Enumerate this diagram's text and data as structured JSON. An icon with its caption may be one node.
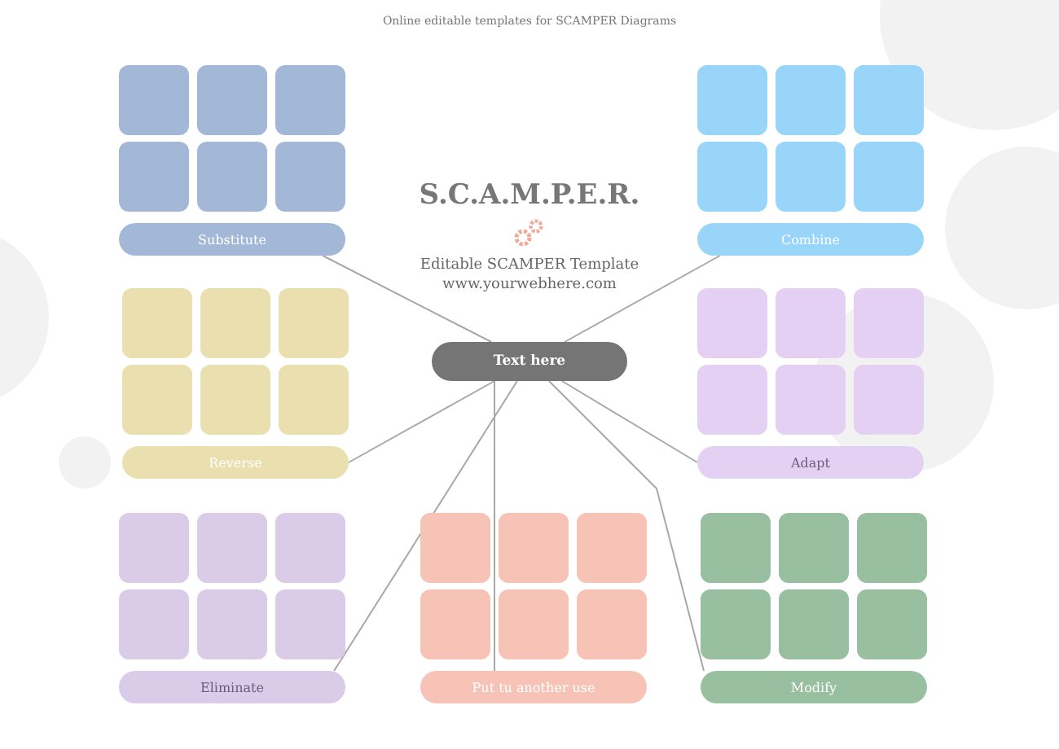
{
  "diagram": {
    "title": "S.C.A.M.P.E.R.",
    "nodes": [
      {
        "text": [
          "Text here"
        ]
      },
      {
        "text": [],
        "shape": "box"
      },
      {
        "text": [],
        "shape": "box"
      },
      {
        "text": [],
        "shape": "box"
      },
      {
        "text": [],
        "shape": "box"
      },
      {
        "text": [],
        "shape": "box"
      },
      {
        "text": [],
        "shape": "box"
      },
      {
        "text": [
          "Substitute"
        ]
      },
      {
        "text": [],
        "shape": "box"
      },
      {
        "text": [],
        "shape": "box"
      },
      {
        "text": [],
        "shape": "box"
      },
      {
        "text": [],
        "shape": "box"
      },
      {
        "text": [],
        "shape": "box"
      },
      {
        "text": [],
        "shape": "box"
      },
      {
        "text": [
          "Combine"
        ]
      },
      {
        "text": [],
        "shape": "box"
      },
      {
        "text": [],
        "shape": "box"
      },
      {
        "text": [],
        "shape": "box"
      },
      {
        "text": [],
        "shape": "box"
      },
      {
        "text": [],
        "shape": "box"
      },
      {
        "text": [],
        "shape": "box"
      },
      {
        "text": [
          "Reverse"
        ]
      },
      {
        "text": [],
        "shape": "box"
      },
      {
        "text": [],
        "shape": "box"
      },
      {
        "text": [],
        "shape": "box"
      },
      {
        "text": [],
        "shape": "box"
      },
      {
        "text": [],
        "shape": "box"
      },
      {
        "text": [],
        "shape": "box"
      },
      {
        "text": [
          "Adapt"
        ]
      },
      {
        "text": [],
        "shape": "box"
      },
      {
        "text": [],
        "shape": "box"
      },
      {
        "text": [],
        "shape": "box"
      },
      {
        "text": [],
        "shape": "box"
      },
      {
        "text": [],
        "shape": "box"
      },
      {
        "text": [],
        "shape": "box"
      },
      {
        "text": [
          "Eliminate"
        ]
      },
      {
        "text": [],
        "shape": "box"
      },
      {
        "text": [],
        "shape": "box"
      },
      {
        "text": [],
        "shape": "box"
      },
      {
        "text": [],
        "shape": "box"
      },
      {
        "text": [],
        "shape": "box"
      },
      {
        "text": [],
        "shape": "box"
      },
      {
        "text": [
          "Put tu another use"
        ]
      },
      {
        "text": [],
        "shape": "box"
      },
      {
        "text": [],
        "shape": "box"
      },
      {
        "text": [],
        "shape": "box"
      },
      {
        "text": [],
        "shape": "box"
      },
      {
        "text": [],
        "shape": "box"
      },
      {
        "text": [],
        "shape": "box"
      },
      {
        "text": [
          "Modify"
        ]
      }
    ],
    "edges": [
      {
        "from": 0,
        "to": 7,
        "arrow": "none"
      },
      {
        "from": 0,
        "to": 14,
        "arrow": "none"
      },
      {
        "from": 0,
        "to": 21,
        "arrow": "none"
      },
      {
        "from": 0,
        "to": 28,
        "arrow": "none"
      },
      {
        "from": 0,
        "to": 35,
        "arrow": "none"
      },
      {
        "from": 0,
        "to": 42,
        "arrow": "none"
      },
      {
        "from": 0,
        "to": 49,
        "arrow": "none"
      }
    ],
    "labels": [
      "Online editable templates for SCAMPER Diagrams",
      "Editable SCAMPER Template",
      "www.yourwebhere.com"
    ]
  }
}
